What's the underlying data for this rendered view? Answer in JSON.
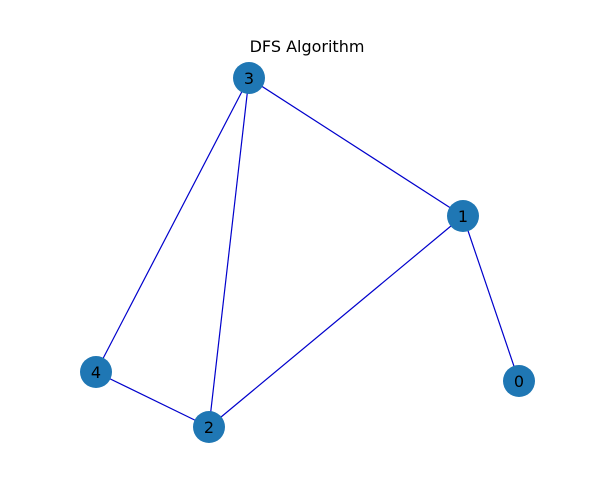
{
  "title": "DFS Algorithm",
  "colors": {
    "node_fill": "#1f77b4",
    "edge_stroke": "#0000cc",
    "background": "#ffffff",
    "label": "#000000"
  },
  "nodes": [
    {
      "id": "0",
      "label": "0"
    },
    {
      "id": "1",
      "label": "1"
    },
    {
      "id": "2",
      "label": "2"
    },
    {
      "id": "3",
      "label": "3"
    },
    {
      "id": "4",
      "label": "4"
    }
  ],
  "edges": [
    {
      "source": "3",
      "target": "1"
    },
    {
      "source": "3",
      "target": "4"
    },
    {
      "source": "3",
      "target": "2"
    },
    {
      "source": "1",
      "target": "2"
    },
    {
      "source": "1",
      "target": "0"
    },
    {
      "source": "4",
      "target": "2"
    }
  ]
}
